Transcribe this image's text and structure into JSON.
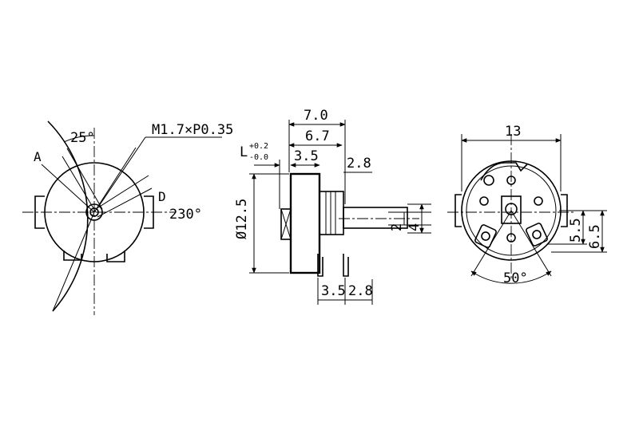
{
  "front_view": {
    "angle_top": "25°",
    "thread": "M1.7×P0.35",
    "label_a": "A",
    "label_d": "D",
    "angle_rotation": "230°"
  },
  "side_view": {
    "dim_overall": "7.0",
    "dim_shaft_length": "6.7",
    "dim_l_main": "L",
    "dim_l_upper_tol": "+0.2",
    "dim_l_lower_tol": "-0.0",
    "dim_body": "3.5",
    "dim_bushing": "2.8",
    "dim_diameter": "Ø12.5",
    "dim_flat": "2",
    "dim_shaft_dia": "4",
    "dim_pin_left": "3.5",
    "dim_pin_right": "2.8"
  },
  "rear_view": {
    "dim_width": "13",
    "dim_pin_5_5": "5.5",
    "dim_pin_6_5": "6.5",
    "angle_pins": "50°"
  }
}
